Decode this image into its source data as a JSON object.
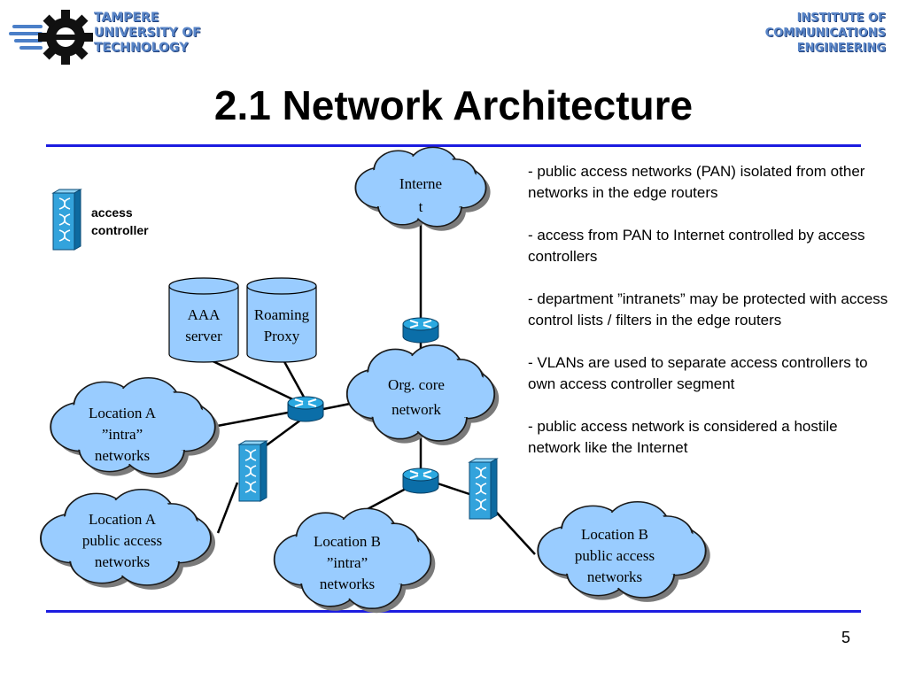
{
  "header": {
    "university": [
      "TAMPERE",
      "UNIVERSITY OF",
      "TECHNOLOGY"
    ],
    "institute": [
      "INSTITUTE OF",
      "COMMUNICATIONS",
      "ENGINEERING"
    ]
  },
  "title": "2.1 Network Architecture",
  "legend": {
    "icon": "access-controller-icon",
    "label_lines": [
      "access",
      "controller"
    ]
  },
  "nodes": {
    "internet": [
      "Interne",
      "t"
    ],
    "aaa_server": [
      "AAA",
      "server"
    ],
    "roaming_proxy": [
      "Roaming",
      "Proxy"
    ],
    "org_core": [
      "Org. core",
      "network"
    ],
    "loc_a_intra": [
      "Location A",
      "”intra”",
      "networks"
    ],
    "loc_a_public": [
      "Location A",
      "public access",
      "networks"
    ],
    "loc_b_intra": [
      "Location B",
      "”intra”",
      "networks"
    ],
    "loc_b_public": [
      "Location B",
      "public access",
      "networks"
    ]
  },
  "bullets": [
    "- public access networks  (PAN) isolated from other networks in the edge routers",
    "- access from PAN to Internet controlled by access controllers",
    "- department ”intranets” may be protected with access control lists / filters in the edge routers",
    "- VLANs are used to separate access controllers to own access controller segment",
    "- public access network is considered a hostile network like the Internet"
  ],
  "page_number": "5",
  "colors": {
    "cloud_fill": "#99ccff",
    "router_fill": "#1e9ad6",
    "controller_fill": "#33a3dc",
    "rule": "#1c1ce0",
    "logo_text": "#5a86c8"
  }
}
